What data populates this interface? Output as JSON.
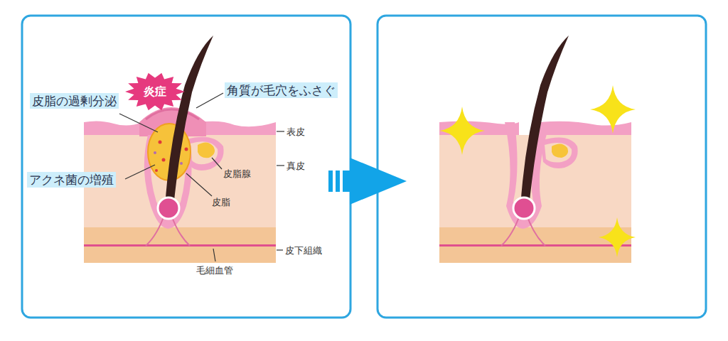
{
  "diagram": {
    "nodes": [
      {
        "text": [
          "炎症"
        ]
      },
      {
        "text": [
          "角質が毛穴をふさぐ"
        ]
      },
      {
        "text": [
          "皮脂の過剰分泌"
        ]
      },
      {
        "text": [
          "アクネ菌の増殖"
        ]
      }
    ],
    "labels": [
      "表皮",
      "真皮",
      "皮脂腺",
      "皮脂",
      "皮下組織",
      "毛細血管"
    ]
  }
}
